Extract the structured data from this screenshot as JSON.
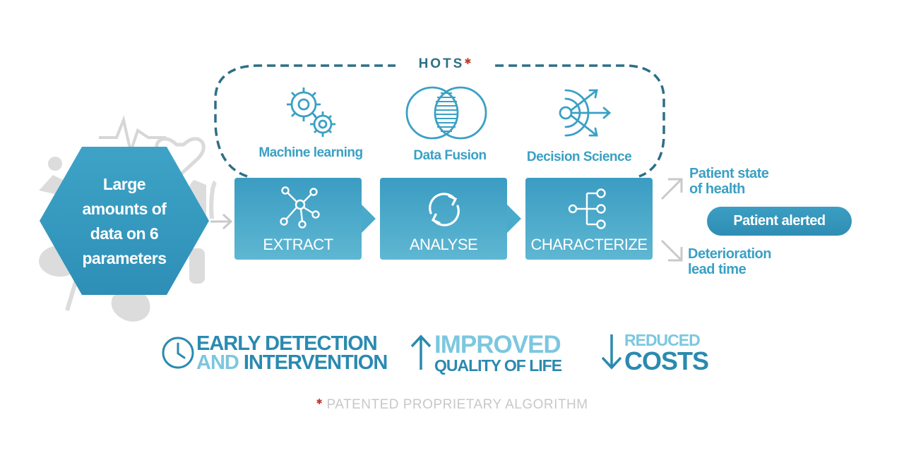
{
  "hots": {
    "label": "HOTS",
    "mark": "✱"
  },
  "tools": [
    {
      "label": "Machine learning",
      "icon": "gears-icon"
    },
    {
      "label": "Data Fusion",
      "icon": "data-fusion-icon"
    },
    {
      "label": "Decision Science",
      "icon": "decision-science-icon"
    }
  ],
  "input": {
    "lines": [
      "Large",
      "amounts of",
      "data on 6",
      "parameters"
    ]
  },
  "steps": [
    {
      "label": "EXTRACT",
      "icon": "network-icon"
    },
    {
      "label": "ANALYSE",
      "icon": "refresh-cycle-icon"
    },
    {
      "label": "CHARACTERIZE",
      "icon": "hierarchy-icon"
    }
  ],
  "outcomes": {
    "state_line1": "Patient state",
    "state_line2": "of health",
    "alert": "Patient alerted",
    "deterioration_line1": "Deterioration",
    "deterioration_line2": "lead time"
  },
  "benefits": {
    "early_line1": "EARLY DETECTION",
    "early_line2a": "AND",
    "early_line2b": "INTERVENTION",
    "improved_line1": "IMPROVED",
    "improved_line2": "QUALITY OF LIFE",
    "reduced_line1": "REDUCED",
    "reduced_line2": "COSTS"
  },
  "footnote": {
    "mark": "✱",
    "text": "PATENTED PROPRIETARY ALGORITHM"
  },
  "colors": {
    "primary": "#3aa0c4",
    "dark": "#2e6f86",
    "light": "#7cc7df",
    "accent_red": "#c0392b",
    "silhouette": "#d9d9d9"
  }
}
